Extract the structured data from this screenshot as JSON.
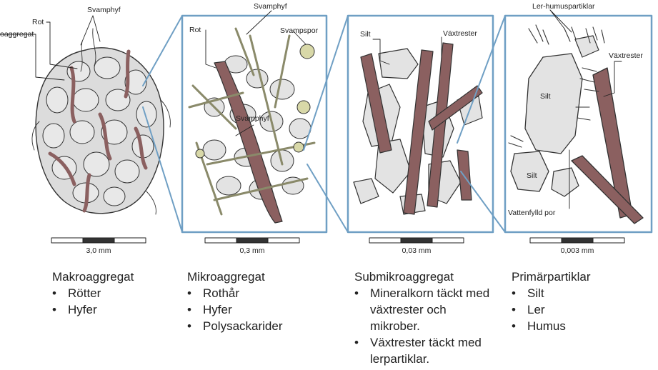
{
  "panels": [
    {
      "scale": "3,0 mm",
      "title": "Makroaggregat",
      "bullets": [
        "Rötter",
        "Hyfer"
      ],
      "labels": [
        "Svamphyf",
        "Rot",
        "oaggregat"
      ]
    },
    {
      "scale": "0,3 mm",
      "title": "Mikroaggregat",
      "bullets": [
        "Rothår",
        "Hyfer",
        "Polysackarider"
      ],
      "labels": [
        "Svamphyf",
        "Rot",
        "Svampspor",
        "Svamphyf"
      ]
    },
    {
      "scale": "0,03 mm",
      "title": "Submikroaggregat",
      "bullets": [
        "Mineralkorn täckt med växtrester och mikrober.",
        "Växtrester täckt med lerpartiklar."
      ],
      "labels": [
        "Silt",
        "Växtrester"
      ]
    },
    {
      "scale": "0,003 mm",
      "title": "Primärpartiklar",
      "bullets": [
        "Silt",
        "Ler",
        "Humus"
      ],
      "labels": [
        "Ler-humuspartiklar",
        "Växtrester",
        "Silt",
        "Silt",
        "Vattenfylld por"
      ]
    }
  ],
  "bullet_char": "•",
  "colors": {
    "frame": "#6f9fc4",
    "root": "#8b6060",
    "grain": "#e3e3e3",
    "outline": "#333333",
    "hypha": "#c8c8a0"
  }
}
